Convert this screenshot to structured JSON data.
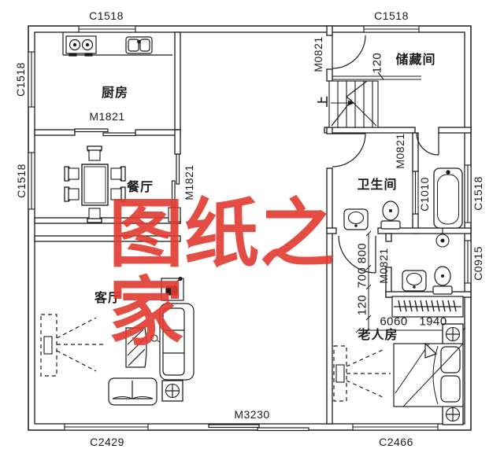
{
  "watermark": {
    "text": "图纸之家",
    "color": "#e23a2f"
  },
  "rooms": {
    "kitchen": {
      "label": "厨房"
    },
    "dining": {
      "label": "餐厅"
    },
    "living": {
      "label": "客厅"
    },
    "storage": {
      "label": "储藏间"
    },
    "bathroom": {
      "label": "卫生间"
    },
    "elder_bedroom": {
      "label": "老人房"
    }
  },
  "windows": {
    "top_left": "C1518",
    "top_right": "C1518",
    "left_upper": "C1518",
    "left_lower": "C1518",
    "right_bathroom": "C1518",
    "right_ensuite": "C0915",
    "bottom_living": "C2429",
    "bottom_bedroom": "C2466",
    "bathroom_inner": "C1010"
  },
  "doors": {
    "kitchen": "M1821",
    "dining": "M1821",
    "storage": "M0821",
    "bathroom": "M0821",
    "ensuite": "M0821",
    "entry": "M3230"
  },
  "stairs": {
    "up_label": "上",
    "landing_dim": "120"
  },
  "dimensions": {
    "chain_800": "800",
    "chain_700": "700",
    "chain_120": "120",
    "closet": "6060",
    "bed": "1940"
  }
}
